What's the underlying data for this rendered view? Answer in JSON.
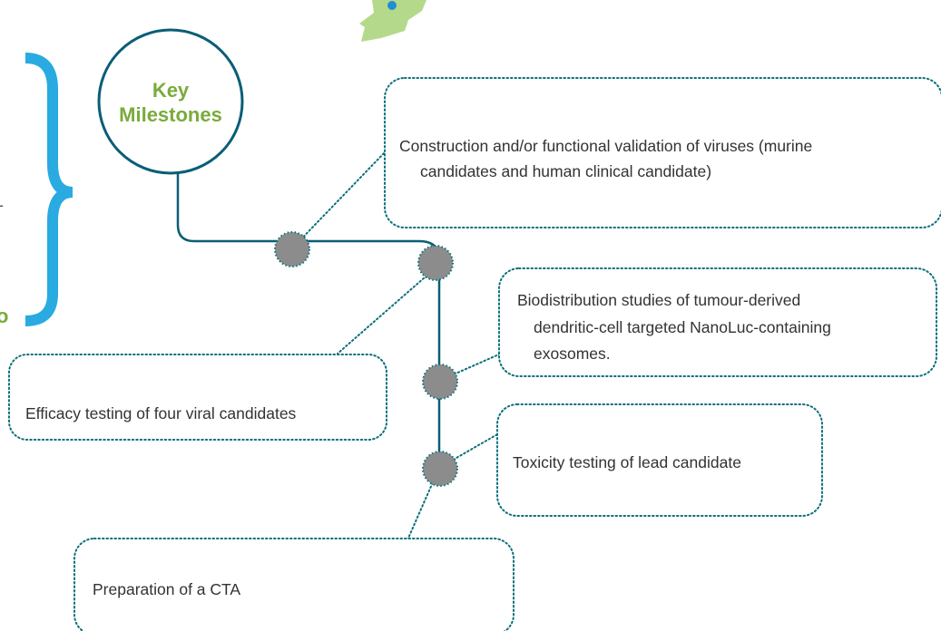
{
  "heading": {
    "line1": "Key",
    "line2": "Milestones"
  },
  "partial_letter": "o",
  "milestones": [
    {
      "lines": [
        "Construction and/or functional validation of viruses (murine",
        "candidates and human clinical candidate)"
      ]
    },
    {
      "lines": [
        "Efficacy testing of four viral candidates"
      ]
    },
    {
      "lines": [
        "Biodistribution studies of tumour-derived",
        "dendritic-cell targeted NanoLuc-containing",
        "exosomes."
      ]
    },
    {
      "lines": [
        "Toxicity testing of lead candidate"
      ]
    },
    {
      "lines": [
        "Preparation of a CTA"
      ]
    }
  ],
  "colors": {
    "heading": "#7aab3c",
    "circle_outline": "#0a5e75",
    "trunk_line": "#0a5e75",
    "dotted_border": "#0a6f7a",
    "node_fill": "#8c8c8c",
    "brace": "#29aae1",
    "map_fragment": "#b5d98a",
    "map_dot": "#1f8fd0"
  }
}
